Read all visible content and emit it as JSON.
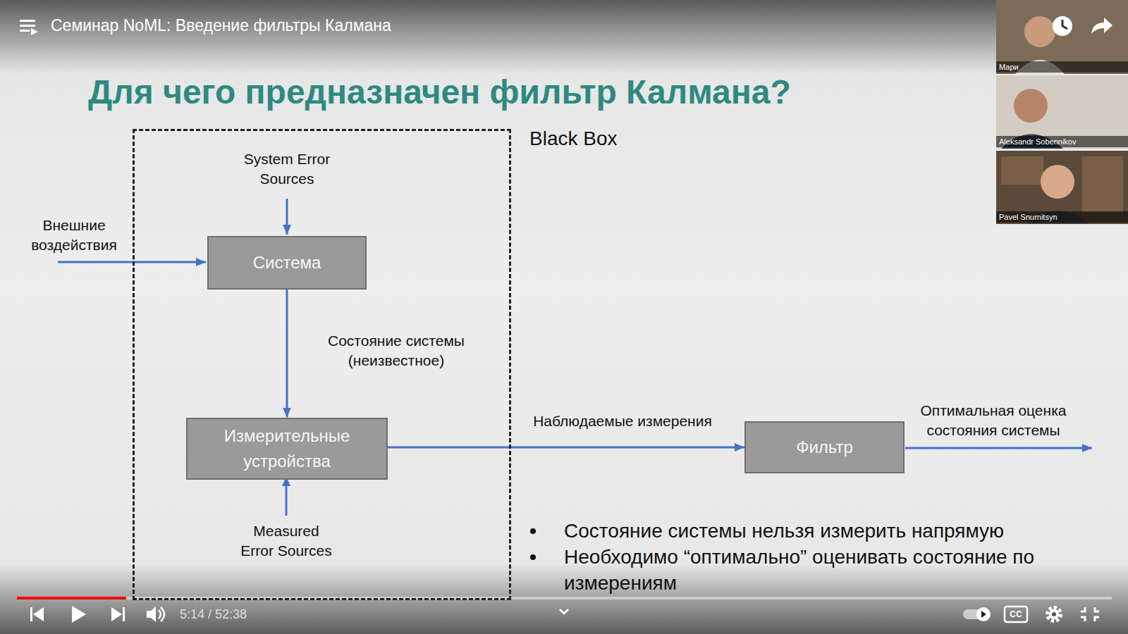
{
  "diagram": {
    "title": "Для чего предназначен фильтр Калмана?",
    "nodes": [
      {
        "text": [
          "Black Box"
        ]
      },
      {
        "text": [
          "Система"
        ],
        "in": 0
      },
      {
        "text": [
          "Измерительные устройства"
        ],
        "in": 0
      },
      {
        "text": [
          "Фильтр"
        ]
      }
    ],
    "edges": [
      {
        "from": 1,
        "to": 2,
        "arrow": "to",
        "label": "Состояние системы (неизвестное)"
      },
      {
        "from": 2,
        "to": 3,
        "arrow": "to",
        "label": "Наблюдаемые измерения"
      }
    ],
    "labels": [
      "Семинар NoML: Введение фильтры Калмана",
      "System Error Sources",
      "Внешние воздействия",
      "Measured Error Sources",
      "Оптимальная оценка состояния системы",
      "Состояние системы нельзя измерить напрямую",
      "Необходимо “оптимально” оценивать состояние по измерениям",
      "Мари",
      "Aleksandr Sobennikov",
      "Pavel Snurnitsyn",
      "5:14 / 52:38",
      "CC"
    ]
  }
}
